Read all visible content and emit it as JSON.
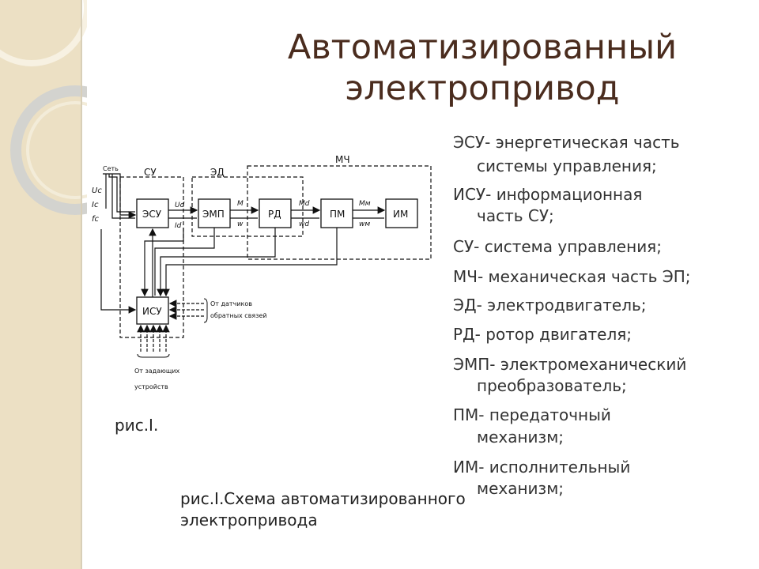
{
  "title": {
    "line1": "Автоматизированный",
    "line2": "электропривод"
  },
  "legend": [
    {
      "first": "ЭСУ- энергетическая часть",
      "second": "системы управления;"
    },
    {
      "first": "ИСУ- информационная",
      "second": "часть СУ;"
    },
    {
      "first": "СУ- система управления;",
      "second": ""
    },
    {
      "first": "МЧ- механическая часть ЭП;",
      "second": ""
    },
    {
      "first": "ЭД- электродвигатель;",
      "second": ""
    },
    {
      "first": "РД- ротор двигателя;",
      "second": ""
    },
    {
      "first": "ЭМП- электромеханический",
      "second": "преобразователь;"
    },
    {
      "first": "ПМ- передаточный",
      "second": "механизм;"
    },
    {
      "first": "ИМ- исполнительный",
      "second": "механизм;"
    }
  ],
  "caption_short": "рис.I.",
  "caption_long": {
    "line1": "рис.I.Схема автоматизированного",
    "line2": "электропривода"
  },
  "diagram": {
    "blocks": {
      "esu": "ЭСУ",
      "emp": "ЭМП",
      "rd": "РД",
      "pm": "ПМ",
      "im": "ИМ",
      "isu": "ИСУ"
    },
    "groups": {
      "su": "СУ",
      "ed": "ЭД",
      "mch": "МЧ"
    },
    "inputs": {
      "set": "Сеть",
      "uc": "Uc",
      "ic": "Ic",
      "fc": "fc"
    },
    "signals": {
      "ud": "Ud",
      "id": "Id",
      "m": "M",
      "w": "w",
      "md": "Md",
      "wd": "wd",
      "mm": "Mм",
      "wm": "wм"
    },
    "notes": {
      "sensors1": "От датчиков",
      "sensors2": "обратных связей",
      "setters1": "От задающих",
      "setters2": "устройств"
    }
  }
}
